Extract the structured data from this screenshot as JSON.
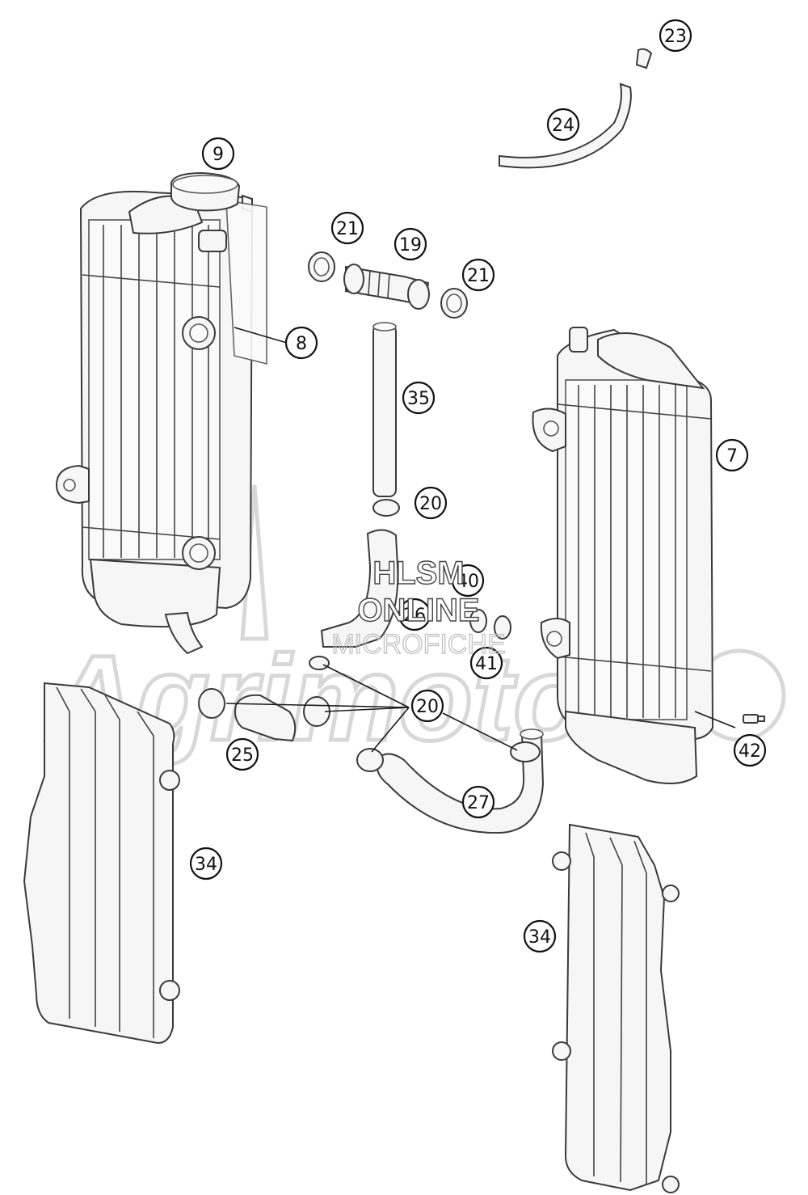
{
  "diagram": {
    "callouts": [
      {
        "label": "23"
      },
      {
        "label": "24"
      },
      {
        "label": "9"
      },
      {
        "label": "21"
      },
      {
        "label": "19"
      },
      {
        "label": "21"
      },
      {
        "label": "8"
      },
      {
        "label": "35"
      },
      {
        "label": "7"
      },
      {
        "label": "20"
      },
      {
        "label": "40"
      },
      {
        "label": "26"
      },
      {
        "label": "41"
      },
      {
        "label": "20"
      },
      {
        "label": "25"
      },
      {
        "label": "42"
      },
      {
        "label": "27"
      },
      {
        "label": "34"
      },
      {
        "label": "34"
      }
    ]
  },
  "watermark": {
    "line1": "HLSM",
    "line2": "ONLINE",
    "line3": "MICROFICHE",
    "brand": "Agrimoto"
  }
}
